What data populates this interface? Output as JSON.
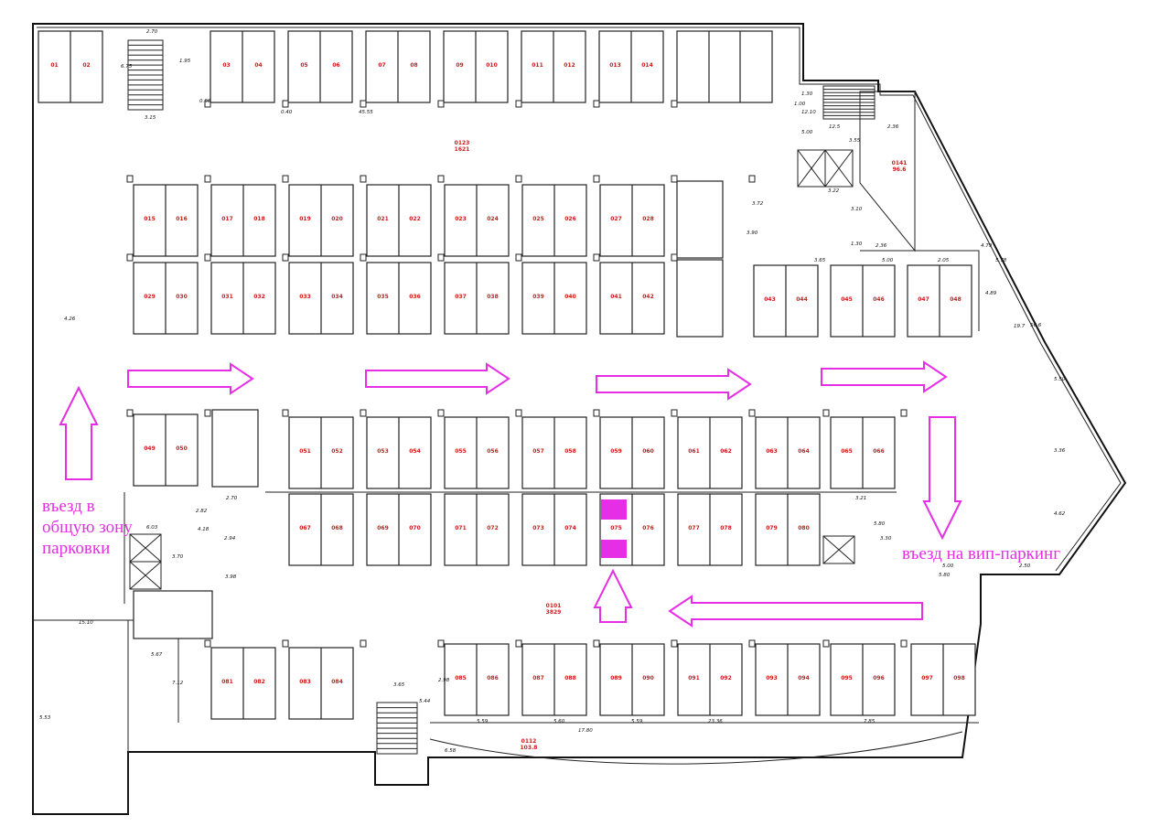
{
  "captions": {
    "general_entry": "въезд в общую зону парковки",
    "vip_entry": "въезд на вип-паркинг"
  },
  "colors": {
    "arrow": "#e62ee6",
    "label": "#d11a1a",
    "line": "#111111"
  },
  "area_labels": {
    "center": "0101\n3829",
    "upper": "0123\n1621",
    "vip": "0141\n96.6",
    "bottom": "0112\n103.8"
  },
  "dimensions": [
    "2.70",
    "1.95",
    "6.75",
    "3.15",
    "0.60",
    "0.40",
    "45.55",
    "4.26",
    "3.22",
    "3.72",
    "3.90",
    "3.10",
    "3.65",
    "5.00",
    "2.05",
    "5.78",
    "4.89",
    "19.7",
    "56.6",
    "4.79",
    "5.50",
    "3.36",
    "4.62",
    "3.21",
    "3.30",
    "5.80",
    "5.80",
    "2.50",
    "2.70",
    "2.82",
    "2.94",
    "3.98",
    "6.03",
    "4.18",
    "3.70",
    "5.67",
    "7.12",
    "15.10",
    "5.53",
    "5.59",
    "5.60",
    "5.59",
    "23.36",
    "17.80",
    "7.85",
    "5.44",
    "2.98",
    "3.65",
    "6.58",
    "12.5",
    "3.55",
    "2.36",
    "1.30",
    "1.30",
    "12.10",
    "1.00",
    "5.00",
    "5.00",
    "2.36"
  ]
}
